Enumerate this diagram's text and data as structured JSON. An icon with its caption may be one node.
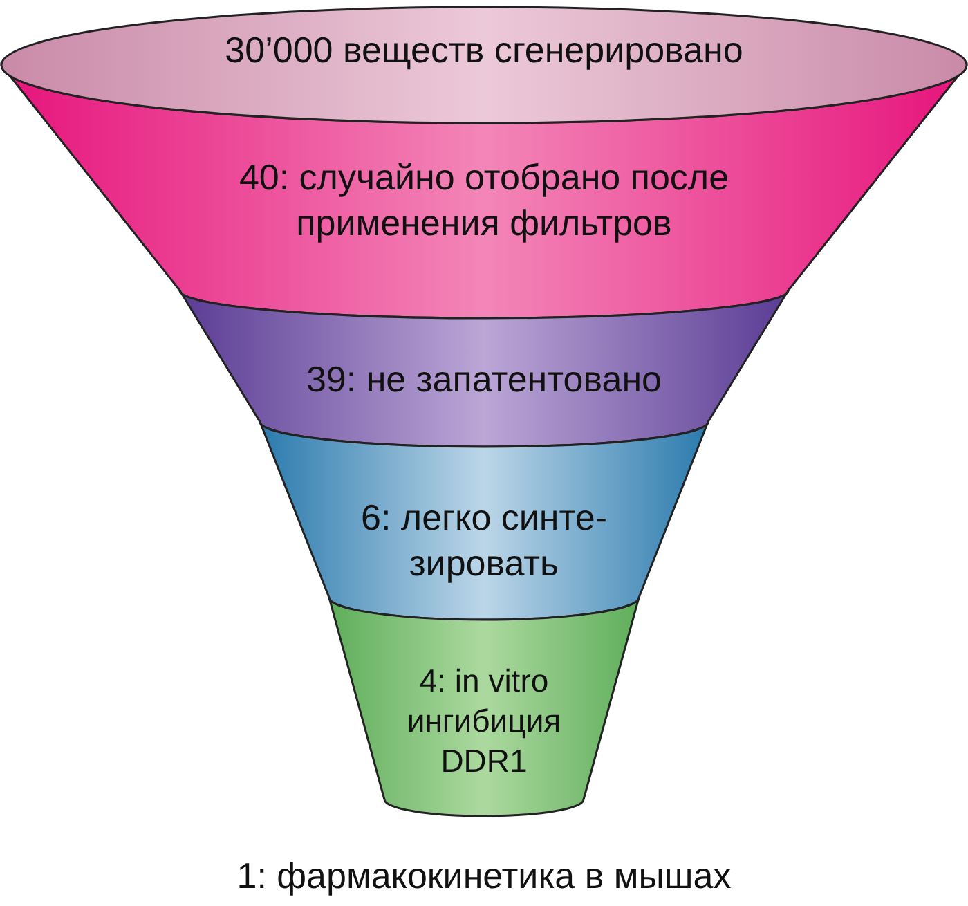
{
  "diagram": {
    "nodes": [
      {
        "text": [
          "30’000 веществ сгенерировано"
        ]
      },
      {
        "text": [
          "40: случайно отобрано после применения фильтров"
        ]
      },
      {
        "text": [
          "39: не запатентовано"
        ]
      },
      {
        "text": [
          "6: легко синте- зировать"
        ]
      },
      {
        "text": [
          "4: in vitro ингибиция DDR1"
        ]
      }
    ],
    "labels": [
      "1: фармакокинетика в мышах"
    ]
  }
}
